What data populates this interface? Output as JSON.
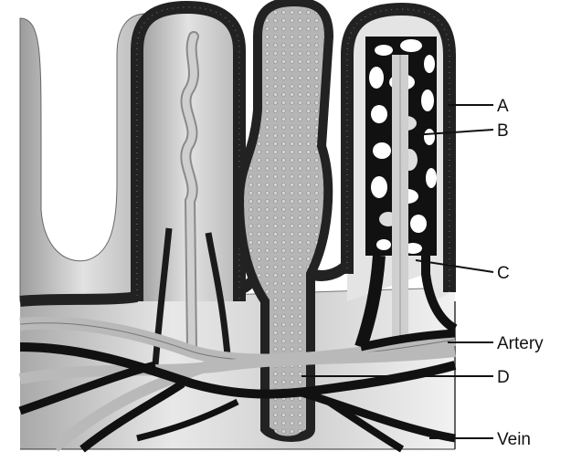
{
  "labels": {
    "a": "A",
    "b": "B",
    "c": "C",
    "artery": "Artery",
    "d": "D",
    "vein": "Vein"
  }
}
